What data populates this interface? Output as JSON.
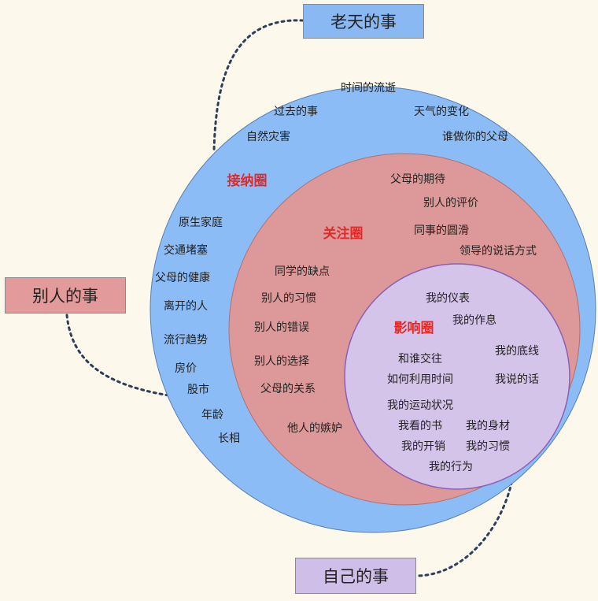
{
  "colors": {
    "background": "#fcf9ec",
    "acceptance_circle": "#8cbcf5",
    "concern_circle": "#dd9999",
    "influence_circle": "#d4c4ea",
    "circle_title": "#e02a2a",
    "connector": "#2e3e58"
  },
  "callouts": {
    "heaven": "老天的事",
    "others": "别人的事",
    "self": "自己的事"
  },
  "circles": {
    "acceptance": {
      "title": "接纳圈",
      "items": [
        "时间的流逝",
        "过去的事",
        "天气的变化",
        "自然灾害",
        "谁做你的父母",
        "原生家庭",
        "交通堵塞",
        "父母的健康",
        "离开的人",
        "流行趋势",
        "房价",
        "股市",
        "年龄",
        "长相"
      ]
    },
    "concern": {
      "title": "关注圈",
      "items": [
        "父母的期待",
        "别人的评价",
        "同事的圆滑",
        "领导的说话方式",
        "同学的缺点",
        "别人的习惯",
        "别人的错误",
        "别人的选择",
        "父母的关系",
        "他人的嫉妒"
      ]
    },
    "influence": {
      "title": "影响圈",
      "items": [
        "我的仪表",
        "我的作息",
        "和谁交往",
        "我的底线",
        "如何利用时间",
        "我说的话",
        "我的运动状况",
        "我看的书",
        "我的身材",
        "我的开销",
        "我的习惯",
        "我的行为"
      ]
    }
  }
}
